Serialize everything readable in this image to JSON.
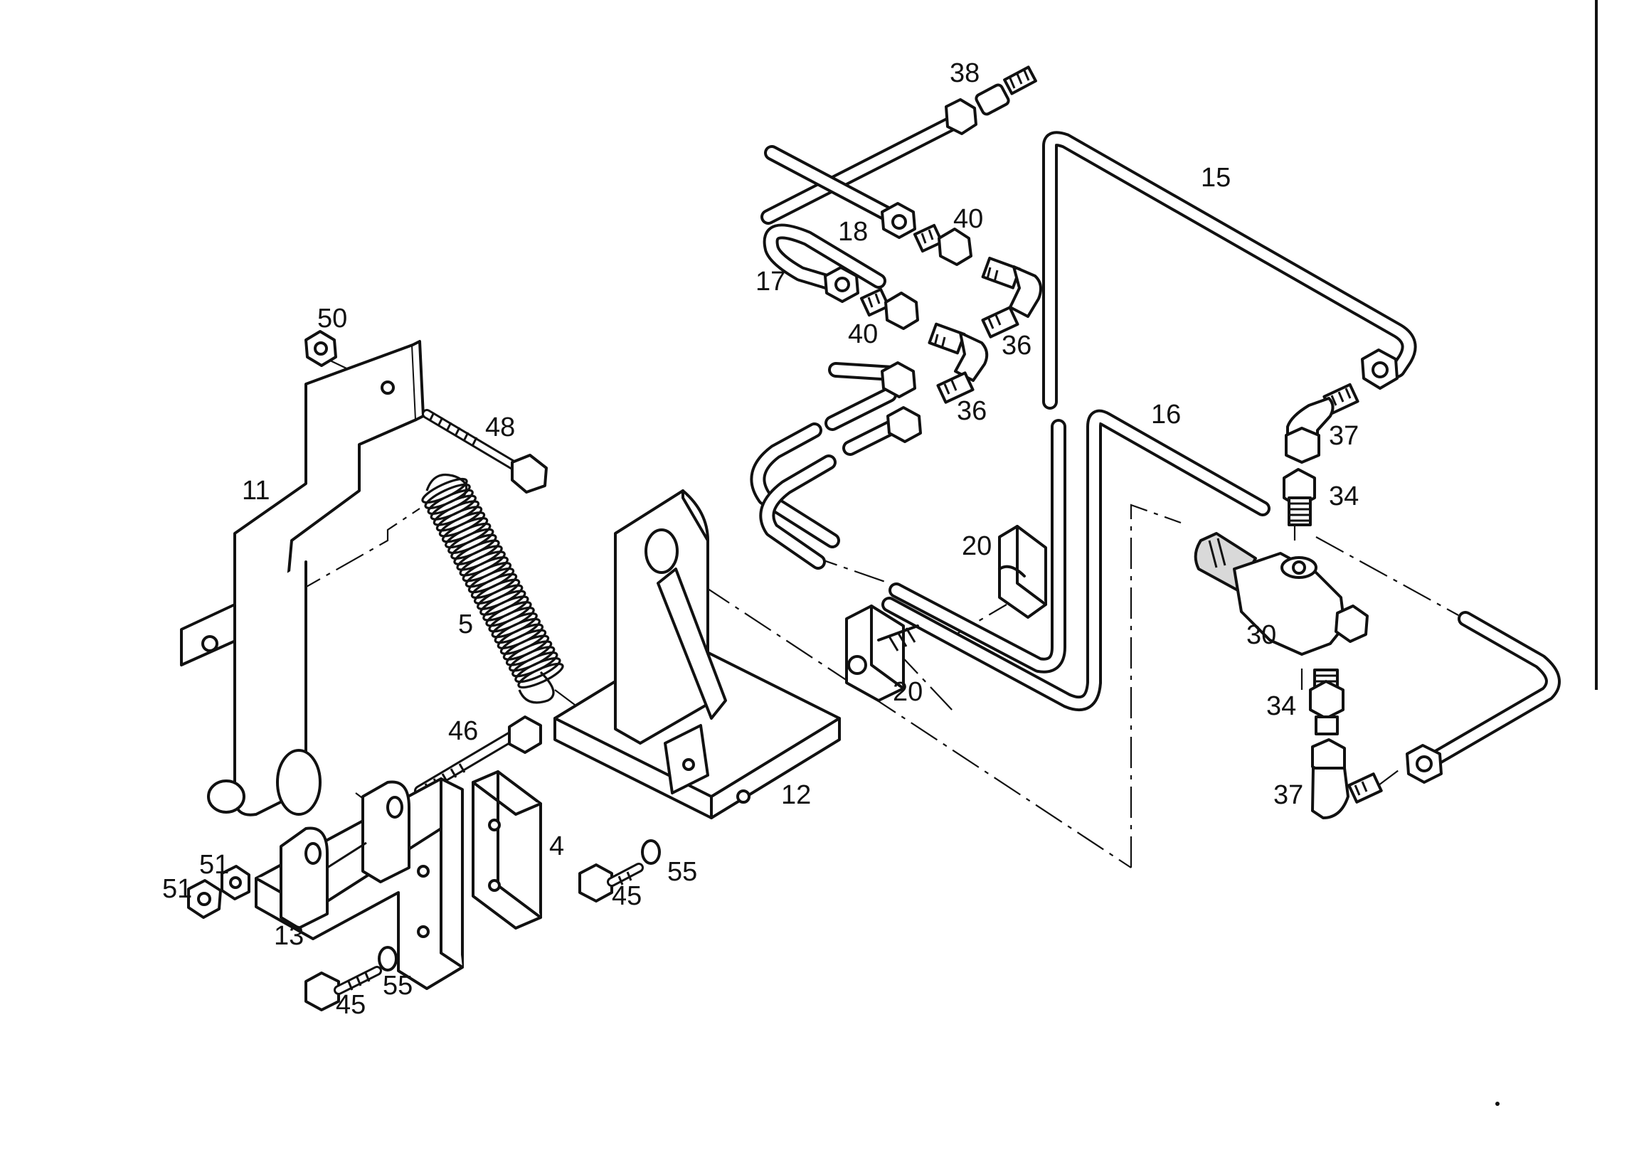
{
  "callouts": {
    "c38": "38",
    "c15": "15",
    "c18": "18",
    "c40a": "40",
    "c17": "17",
    "c40b": "40",
    "c36a": "36",
    "c36b": "36",
    "c50": "50",
    "c48": "48",
    "c16": "16",
    "c37a": "37",
    "c34a": "34",
    "c11": "11",
    "c20a": "20",
    "c5": "5",
    "c30": "30",
    "c20b": "20",
    "c34b": "34",
    "c46": "46",
    "c37b": "37",
    "c12": "12",
    "c4": "4",
    "c51a": "51",
    "c51b": "51",
    "c55a": "55",
    "c45a": "45",
    "c13": "13",
    "c55b": "55",
    "c45b": "45"
  },
  "colors": {
    "line": "#111111",
    "paper": "#ffffff",
    "shade": "#d9d9d9"
  }
}
